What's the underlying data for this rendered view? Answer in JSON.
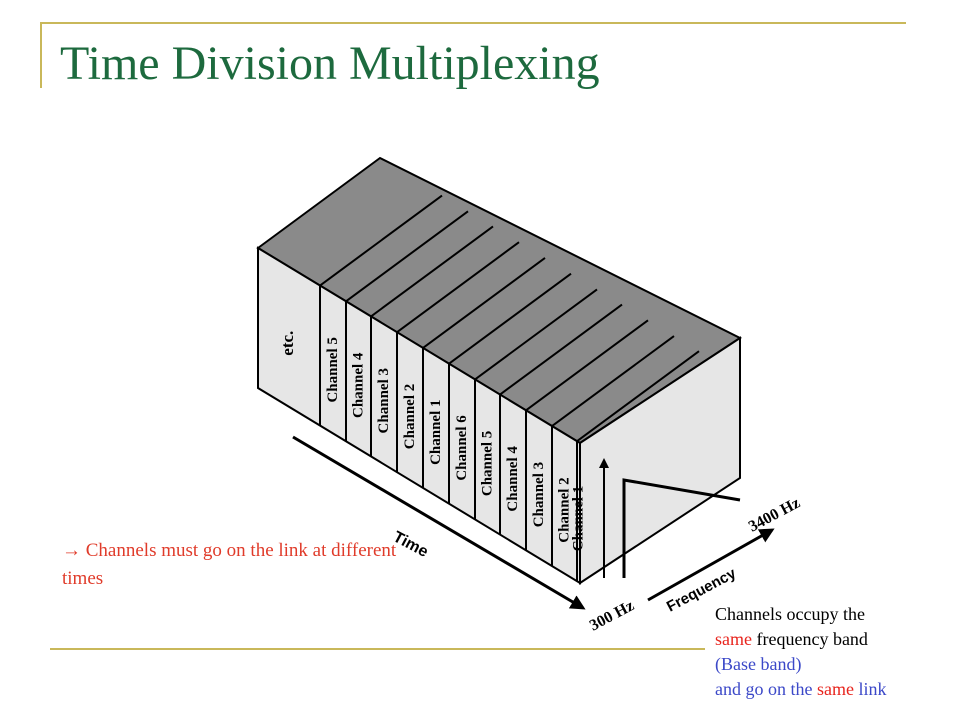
{
  "title": "Time Division Multiplexing",
  "diagram": {
    "slots": [
      "etc.",
      "Channel 5",
      "Channel 4",
      "Channel 3",
      "Channel 2",
      "Channel 1",
      "Channel 6",
      "Channel 5",
      "Channel 4",
      "Channel 3",
      "Channel 2",
      "Channel 1"
    ],
    "time_label": "Time",
    "frequency_label": "Frequency",
    "low_freq": "300 Hz",
    "high_freq": "3400 Hz"
  },
  "note_left": {
    "arrow": "→",
    "text": " Channels must go on the link at different times"
  },
  "note_right": {
    "line1": "Channels occupy the",
    "line2_red": "same",
    "line2_rest": " frequency band",
    "line3": "(Base band)",
    "line4_pre": "and go on the ",
    "line4_red": "same",
    "line4_post": " link"
  },
  "colors": {
    "title": "#1d6a3e",
    "frame": "#c9b85a",
    "note_red": "#e03b2a",
    "note_blue": "#3b48c8",
    "box_top": "#8a8a8a",
    "box_face": "#e6e6e6"
  }
}
